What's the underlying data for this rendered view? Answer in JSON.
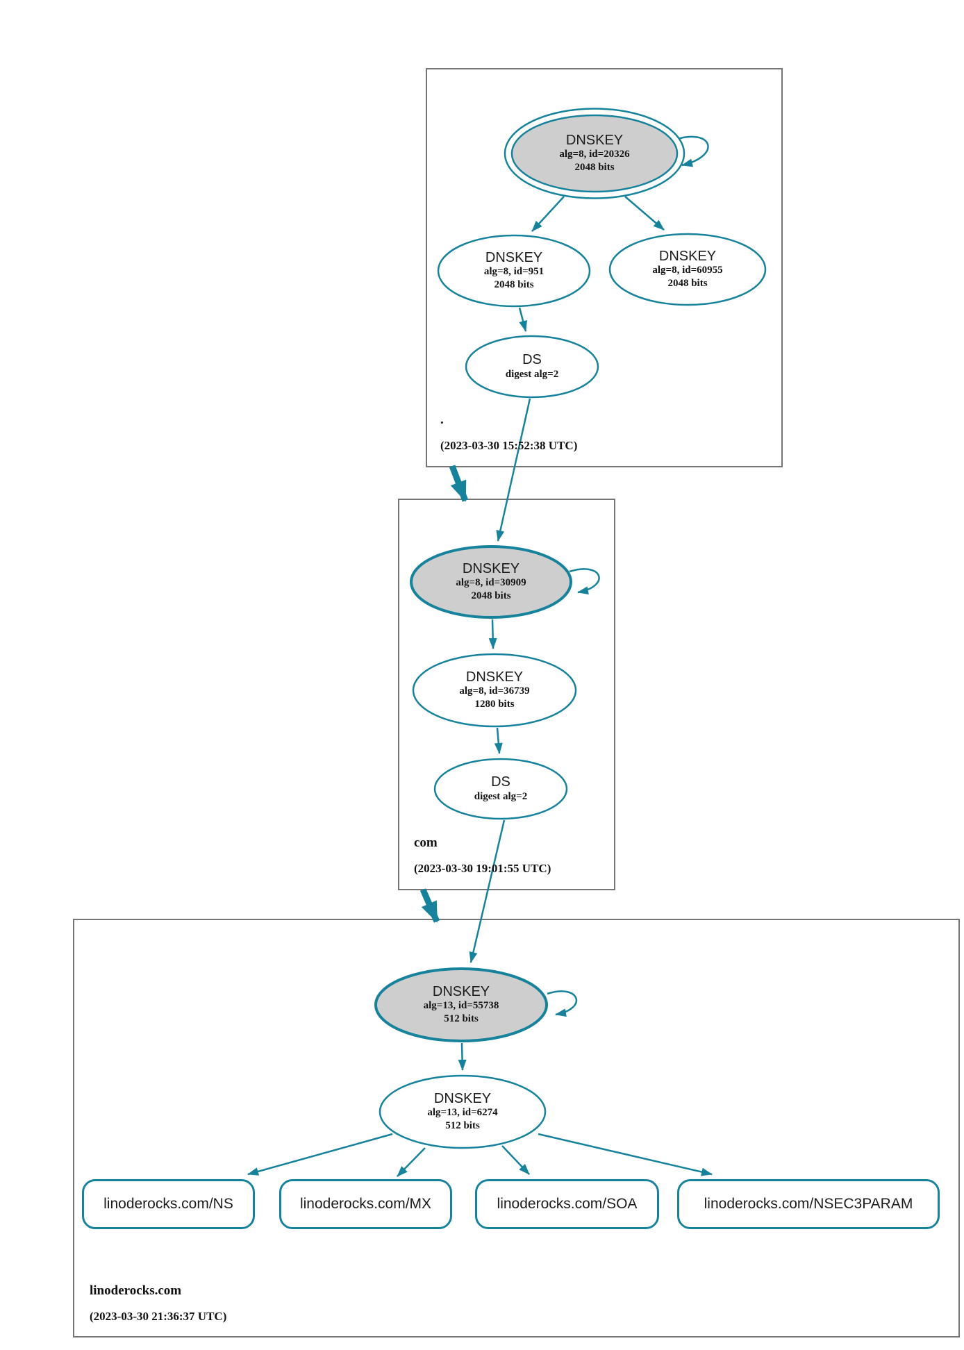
{
  "diagram": {
    "kind": "dnssec-authentication-chain",
    "colors": {
      "edge_teal": "#16829c",
      "ksk_fill": "#cecece",
      "zone_border": "#757575",
      "background": "#ffffff",
      "text": "#1c1c1c"
    },
    "zones": [
      {
        "label": ".",
        "timestamp": "(2023-03-30 15:52:38 UTC)",
        "nodes": {
          "ksk": {
            "title": "DNSKEY",
            "alg": "alg=8, id=20326",
            "bits": "2048 bits"
          },
          "key2": {
            "title": "DNSKEY",
            "alg": "alg=8, id=951",
            "bits": "2048 bits"
          },
          "key3": {
            "title": "DNSKEY",
            "alg": "alg=8, id=60955",
            "bits": "2048 bits"
          },
          "ds": {
            "title": "DS",
            "alg": "digest alg=2"
          }
        }
      },
      {
        "label": "com",
        "timestamp": "(2023-03-30 19:01:55 UTC)",
        "nodes": {
          "ksk": {
            "title": "DNSKEY",
            "alg": "alg=8, id=30909",
            "bits": "2048 bits"
          },
          "zsk": {
            "title": "DNSKEY",
            "alg": "alg=8, id=36739",
            "bits": "1280 bits"
          },
          "ds": {
            "title": "DS",
            "alg": "digest alg=2"
          }
        }
      },
      {
        "label": "linoderocks.com",
        "timestamp": "(2023-03-30 21:36:37 UTC)",
        "nodes": {
          "ksk": {
            "title": "DNSKEY",
            "alg": "alg=13, id=55738",
            "bits": "512 bits"
          },
          "zsk": {
            "title": "DNSKEY",
            "alg": "alg=13, id=6274",
            "bits": "512 bits"
          }
        },
        "rrsets": [
          {
            "label": "linoderocks.com/NS"
          },
          {
            "label": "linoderocks.com/MX"
          },
          {
            "label": "linoderocks.com/SOA"
          },
          {
            "label": "linoderocks.com/NSEC3PARAM"
          }
        ]
      }
    ]
  }
}
